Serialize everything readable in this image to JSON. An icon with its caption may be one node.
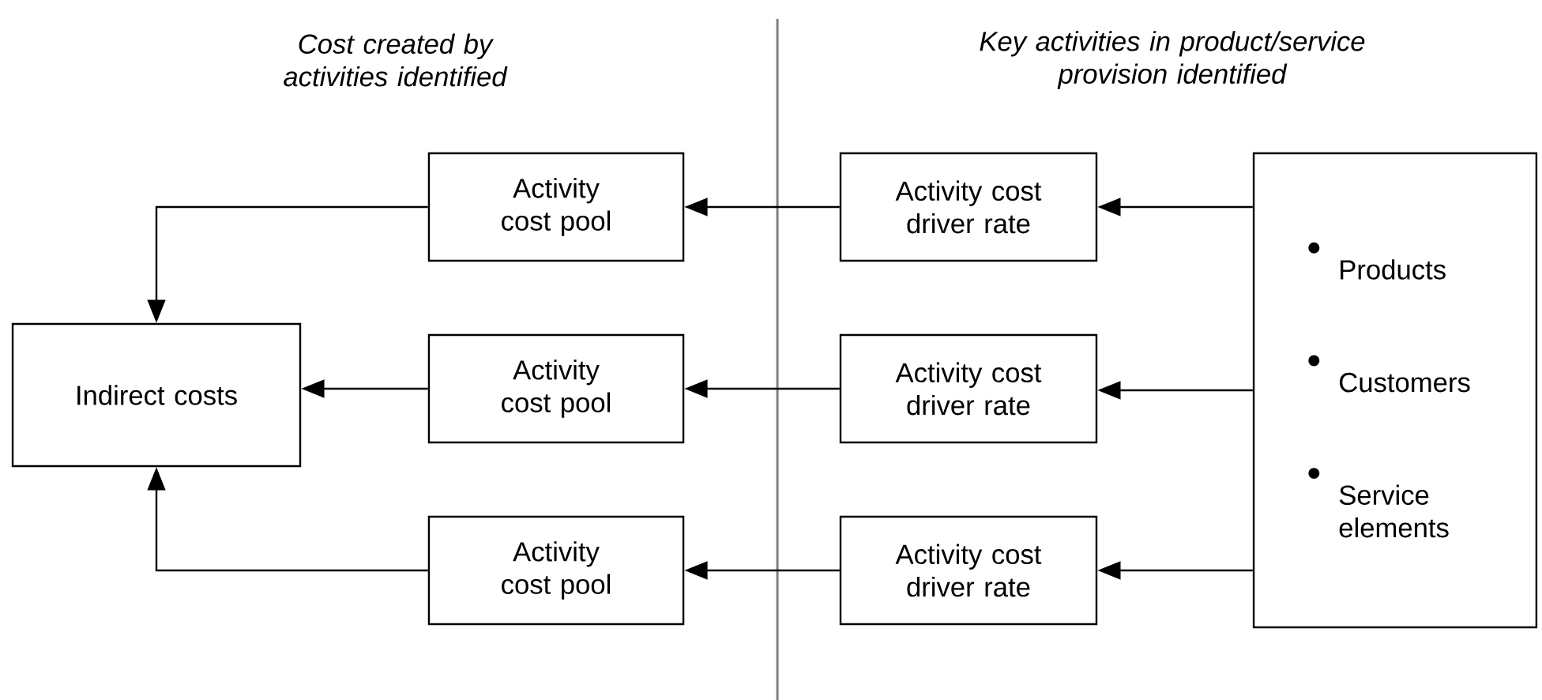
{
  "diagram": {
    "nodes": [
      {
        "text": [
          "Indirect costs"
        ]
      },
      {
        "text": [
          "Activity cost pool"
        ]
      },
      {
        "text": [
          "Activity cost pool"
        ]
      },
      {
        "text": [
          "Activity cost pool"
        ]
      },
      {
        "text": [
          "Activity cost driver rate"
        ]
      },
      {
        "text": [
          "Activity cost driver rate"
        ]
      },
      {
        "text": [
          "Activity cost driver rate"
        ]
      },
      {
        "text": [
          "Products",
          "Customers",
          "Service elements"
        ]
      }
    ],
    "edges": [
      {
        "from": 7,
        "to": 4,
        "arrow": "to"
      },
      {
        "from": 7,
        "to": 5,
        "arrow": "to"
      },
      {
        "from": 7,
        "to": 6,
        "arrow": "to"
      },
      {
        "from": 4,
        "to": 1,
        "arrow": "to"
      },
      {
        "from": 5,
        "to": 2,
        "arrow": "to"
      },
      {
        "from": 6,
        "to": 3,
        "arrow": "to"
      },
      {
        "from": 1,
        "to": 0,
        "arrow": "to"
      },
      {
        "from": 2,
        "to": 0,
        "arrow": "to"
      },
      {
        "from": 3,
        "to": 0,
        "arrow": "to"
      }
    ],
    "labels": [
      "Cost created by activities identified",
      "Key activities in product/service provision identified"
    ]
  }
}
